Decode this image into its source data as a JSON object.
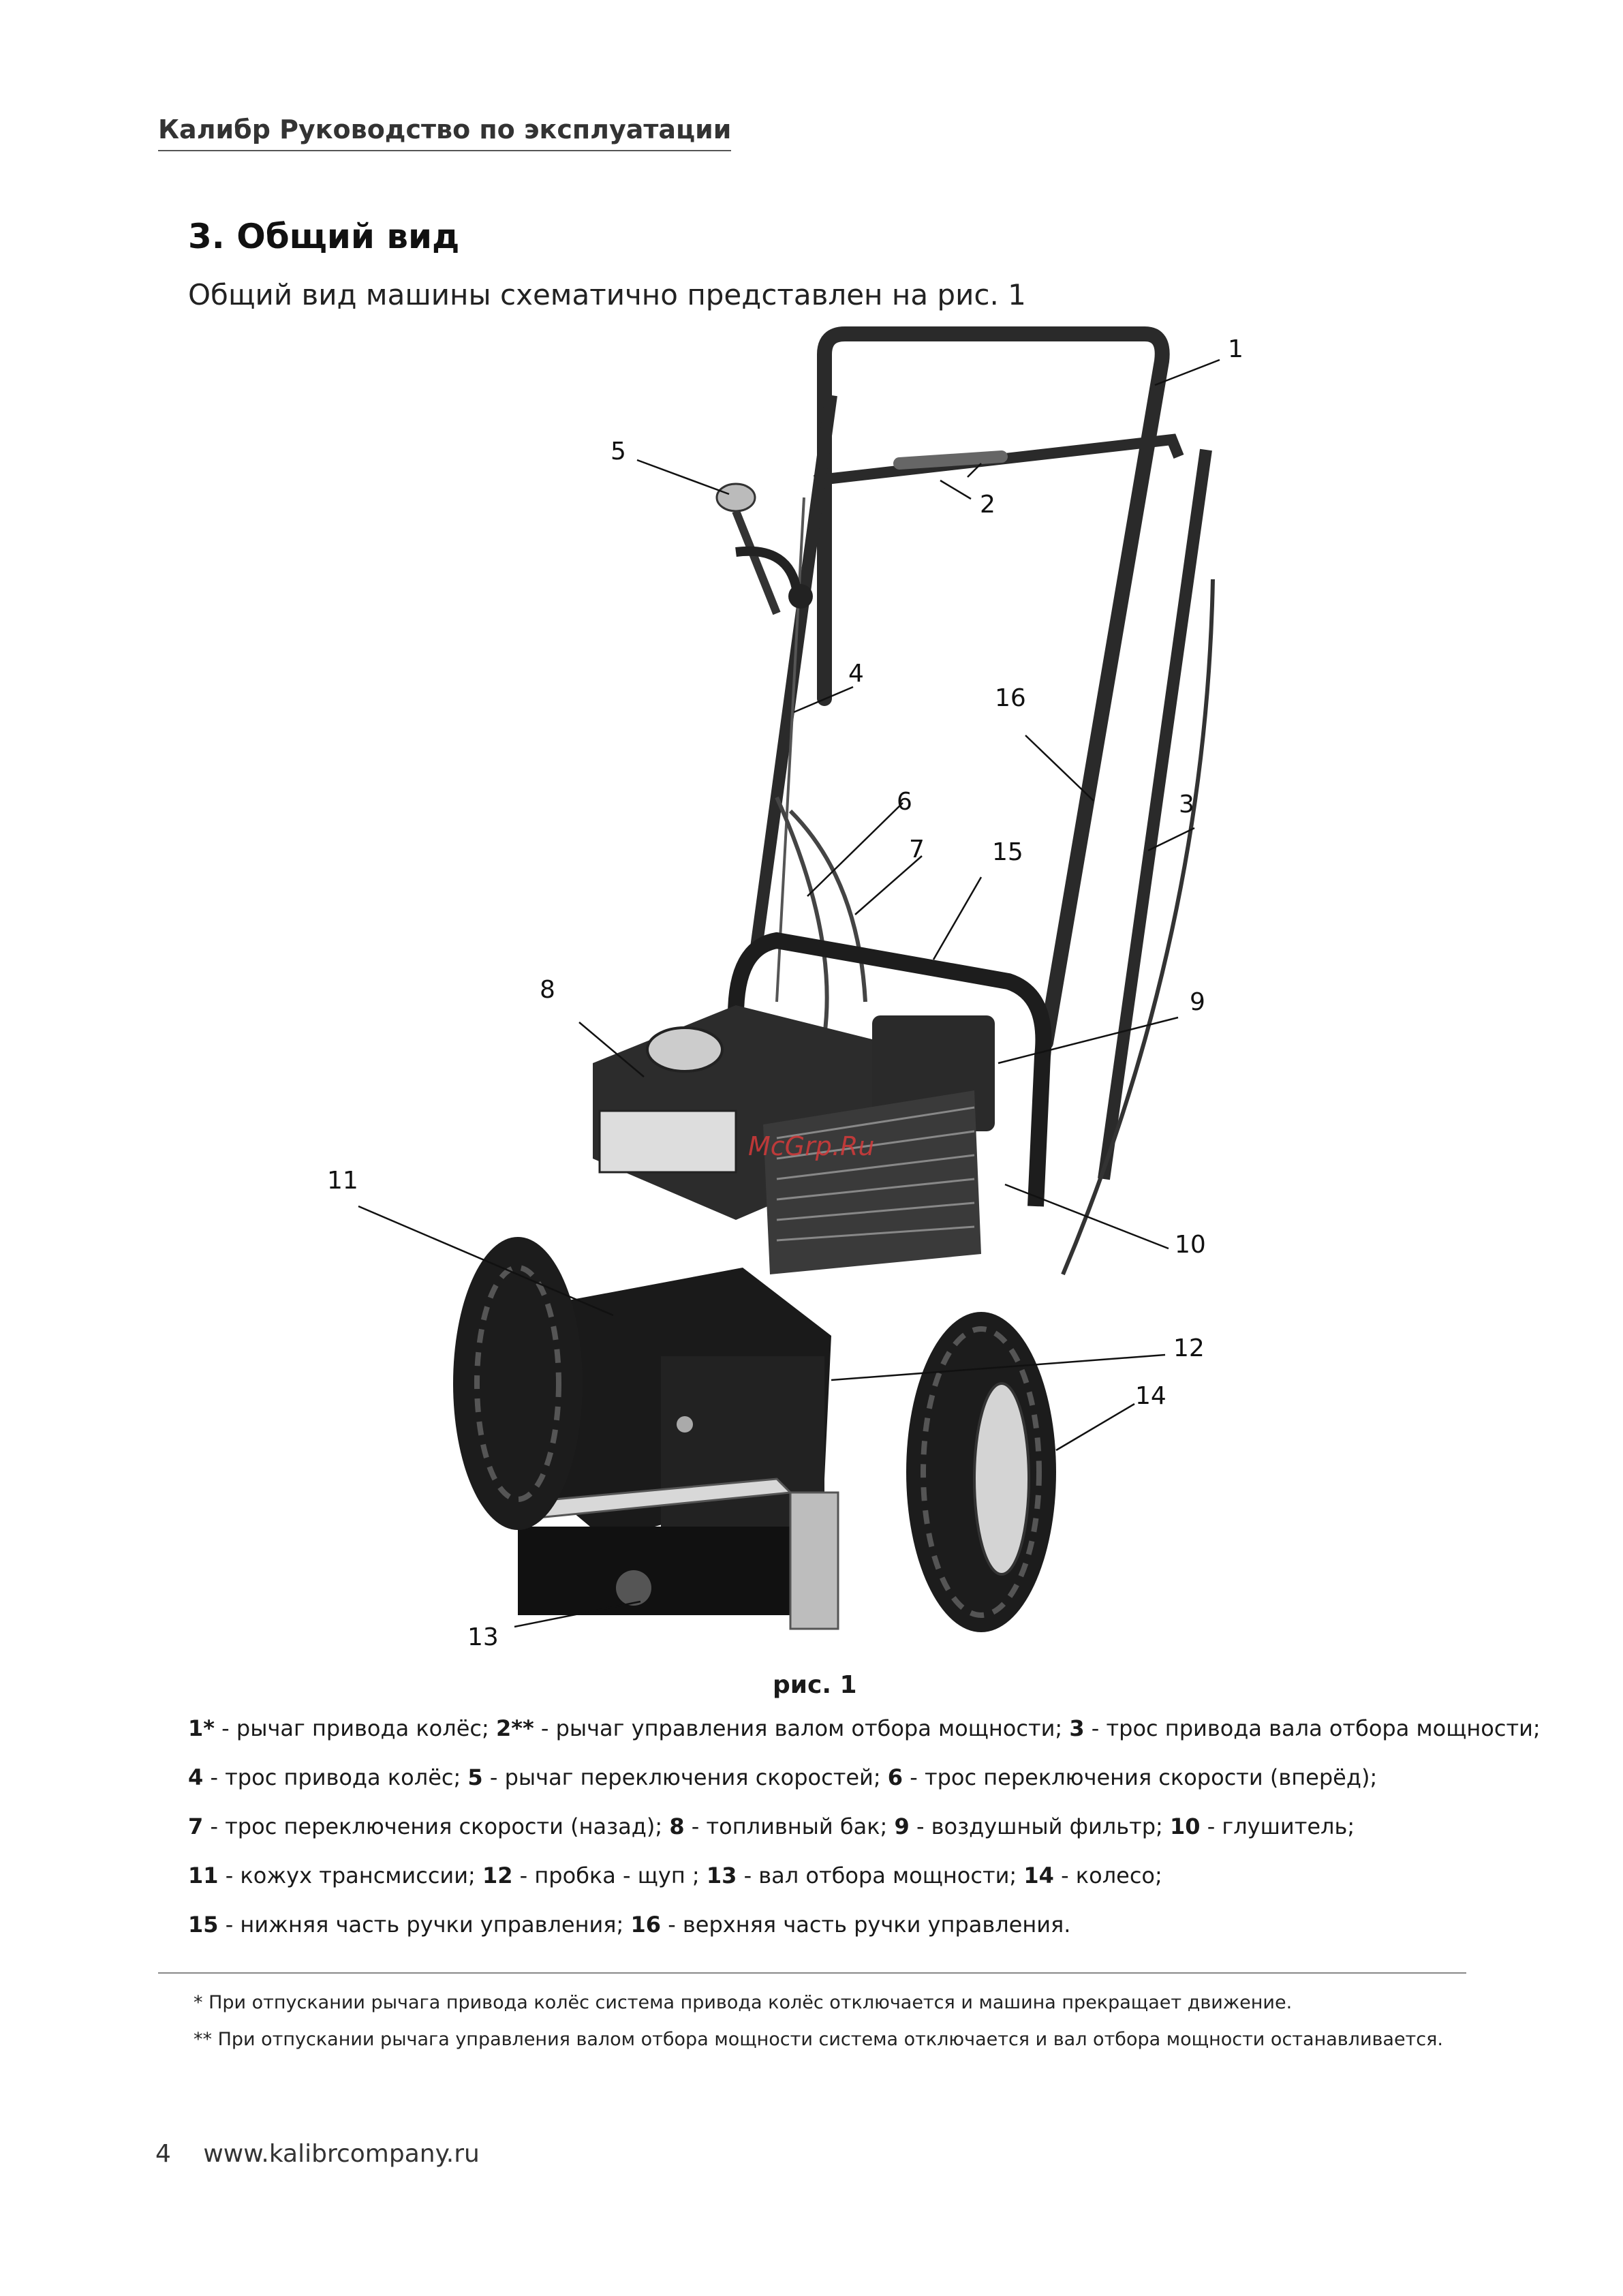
{
  "header": "Калибр Руководство по эксплуатации",
  "section_title": "3. Общий вид",
  "intro": "Общий вид машины схематично представлен на рис. 1",
  "figure": {
    "callouts": [
      "1",
      "2",
      "3",
      "4",
      "5",
      "6",
      "7",
      "8",
      "9",
      "10",
      "11",
      "12",
      "13",
      "14",
      "15",
      "16"
    ],
    "caption": "рис. 1",
    "watermark": "McGrp.Ru"
  },
  "legend": [
    [
      {
        "n": "1*",
        "t": " - рычаг привода колёс; "
      },
      {
        "n": "2**",
        "t": " - рычаг управления валом отбора мощности;  "
      },
      {
        "n": "3",
        "t": " - трос привода вала отбора мощности;"
      }
    ],
    [
      {
        "n": "4",
        "t": " - трос привода колёс; "
      },
      {
        "n": "5",
        "t": " - рычаг переключения скоростей; "
      },
      {
        "n": "6",
        "t": " - трос переключения скорости (вперёд);"
      }
    ],
    [
      {
        "n": "7",
        "t": " - трос переключения скорости (назад); "
      },
      {
        "n": "8",
        "t": " - топливный бак; "
      },
      {
        "n": "9",
        "t": " - воздушный фильтр; "
      },
      {
        "n": "10",
        "t": " - глушитель;"
      }
    ],
    [
      {
        "n": "11",
        "t": " - кожух трансмиссии; "
      },
      {
        "n": "12",
        "t": " - пробка - щуп ; "
      },
      {
        "n": "13",
        "t": " - вал отбора мощности; "
      },
      {
        "n": "14",
        "t": " - колесо;"
      }
    ],
    [
      {
        "n": "15",
        "t": " - нижняя часть ручки управления; "
      },
      {
        "n": "16",
        "t": " - верхняя часть ручки управления."
      }
    ]
  ],
  "footnotes": [
    "* При отпускании рычага привода колёс система привода колёс отключается и машина прекращает движение.",
    "** При отпускании рычага управления валом отбора мощности система отключается и вал отбора мощности останавливается."
  ],
  "footer": {
    "page_number": "4",
    "url": "www.kalibrcompany.ru"
  }
}
